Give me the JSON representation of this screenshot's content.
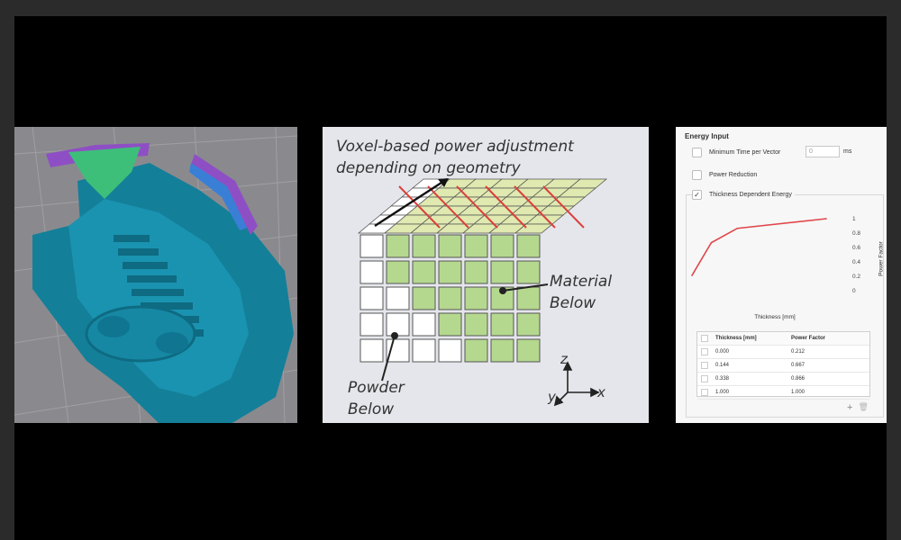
{
  "diagram": {
    "title_line1": "Voxel-based power adjustment",
    "title_line2": "depending on geometry",
    "material_line1": "Material",
    "material_line2": "Below",
    "powder_line1": "Powder",
    "powder_line2": "Below",
    "axis_z": "z",
    "axis_y": "y",
    "axis_x": "x"
  },
  "energy_panel": {
    "title": "Energy Input",
    "min_time_label": "Minimum Time per Vector",
    "min_time_value": "0",
    "min_time_unit": "ms",
    "power_reduction_label": "Power Reduction",
    "thickness_label": "Thickness Dependent Energy",
    "thickness_checked": true,
    "check_glyph": "✓",
    "table": {
      "headers": [
        "Thickness [mm]",
        "Power Factor"
      ],
      "rows": [
        [
          "0.000",
          "0.212"
        ],
        [
          "0.144",
          "0.667"
        ],
        [
          "0.338",
          "0.866"
        ],
        [
          "1.000",
          "1.000"
        ]
      ]
    },
    "add_icon": "+",
    "delete_icon": "🗑"
  },
  "chart_data": {
    "type": "line",
    "title": "",
    "xlabel": "Thickness [mm]",
    "ylabel": "Power Factor",
    "x": [
      0.0,
      0.144,
      0.338,
      1.0
    ],
    "y": [
      0.212,
      0.667,
      0.866,
      1.0
    ],
    "xlim": [
      0,
      1.1
    ],
    "ylim": [
      0,
      1
    ],
    "xticks": [
      "0",
      "0.1",
      "0.2",
      "0.3",
      "0.4",
      "0.5",
      "0.6",
      "0.7",
      "0.8",
      "0.9",
      "1",
      "1.1"
    ],
    "yticks": [
      "0",
      "0.2",
      "0.4",
      "0.6",
      "0.8",
      "1"
    ],
    "line_color": "#e0474c",
    "grid": false
  },
  "colors": {
    "part": "#1a8aa6",
    "part_dark": "#0f6a83",
    "voxel_material": "#b5d88f",
    "voxel_powder": "#ffffff",
    "scan_line": "#d9413c"
  }
}
